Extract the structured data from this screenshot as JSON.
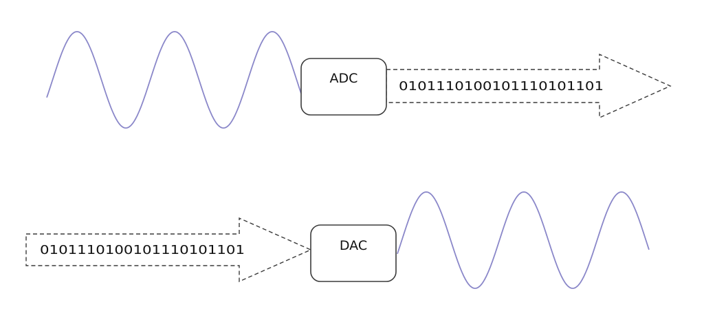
{
  "top_row": {
    "converter_label": "ADC",
    "bitstream": "0101110100101110101101"
  },
  "bottom_row": {
    "converter_label": "DAC",
    "bitstream": "0101110100101110101101"
  },
  "colors": {
    "wave": "#8a87c9",
    "outline": "#3a3a3a",
    "text": "#111111"
  }
}
